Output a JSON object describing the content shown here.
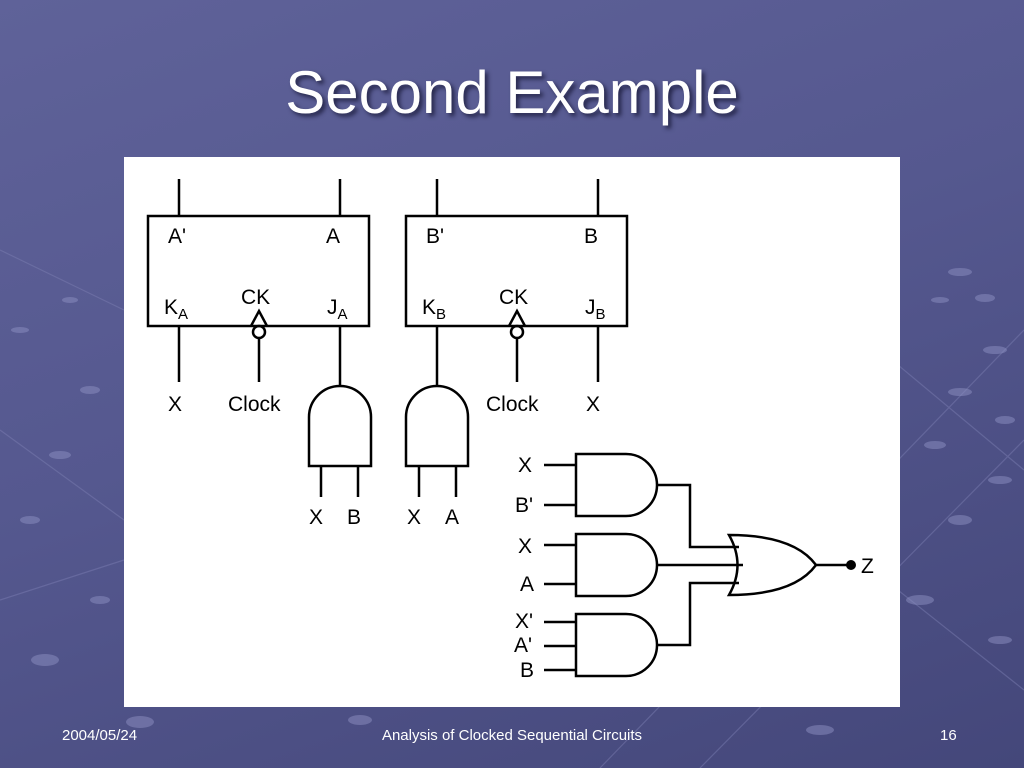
{
  "slide": {
    "title": "Second Example"
  },
  "diagram": {
    "ff_a": {
      "q_bar": "A'",
      "q": "A",
      "k": "K",
      "k_sub": "A",
      "ck": "CK",
      "j": "J",
      "j_sub": "A",
      "k_input": "X",
      "clock_input": "Clock"
    },
    "ff_b": {
      "q_bar": "B'",
      "q": "B",
      "k": "K",
      "k_sub": "B",
      "ck": "CK",
      "j": "J",
      "j_sub": "B",
      "clock_input": "Clock",
      "j_input": "X"
    },
    "and_ja": {
      "in1": "X",
      "in2": "B"
    },
    "and_kb": {
      "in1": "X",
      "in2": "A"
    },
    "and_z1": {
      "in1": "X",
      "in2": "B'"
    },
    "and_z2": {
      "in1": "X",
      "in2": "A"
    },
    "and_z3": {
      "in1": "X'",
      "in2": "A'",
      "in3": "B"
    },
    "output": "Z"
  },
  "footer": {
    "date": "2004/05/24",
    "title": "Analysis of Clocked Sequential Circuits",
    "page": "16"
  }
}
